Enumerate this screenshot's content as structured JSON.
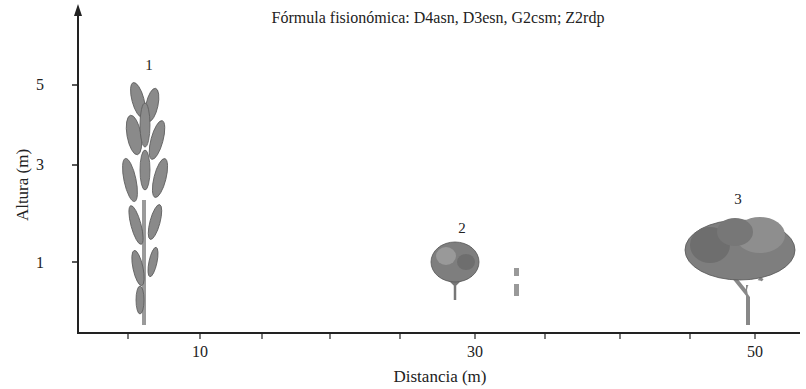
{
  "diagram": {
    "title": "Fórmula fisionómica: D4asn, D3esn, G2csm; Z2rdp",
    "labels": [
      "Altura (m)",
      "5",
      "3",
      "1",
      "10",
      "30",
      "50",
      "Distancia (m)",
      "1",
      "2",
      "3"
    ]
  }
}
